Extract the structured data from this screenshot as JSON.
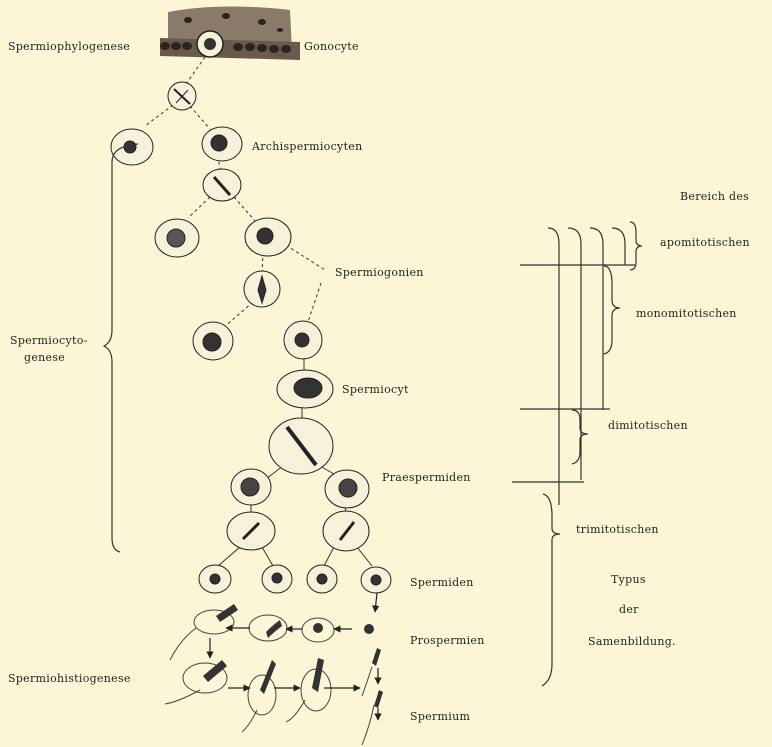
{
  "labels": {
    "spermiophylogenese": "Spermiophylogenese",
    "gonocyte": "Gonocyte",
    "archispermiocyten": "Archispermiocyten",
    "spermiogonien": "Spermiogonien",
    "spermiocytogenese_1": "Spermiocyto-",
    "spermiocytogenese_2": "genese",
    "spermiocyt": "Spermiocyt",
    "praespermiden": "Praespermiden",
    "spermiden": "Spermiden",
    "prospermien": "Prospermien",
    "spermiohistiogenese": "Spermiohistiogenese",
    "spermium": "Spermium"
  },
  "right_panel": {
    "bereich": "Bereich des",
    "apomitotischen": "apomitotischen",
    "monomitotischen": "monomitotischen",
    "dimitotischen": "dimitotischen",
    "trimitotischen": "trimitotischen",
    "typus": "Typus",
    "der": "der",
    "samenbildung": "Samenbildung."
  },
  "colors": {
    "paper": "#fcf6d6",
    "ink": "#2a2a2a",
    "tissue": "#7a6a5a"
  }
}
